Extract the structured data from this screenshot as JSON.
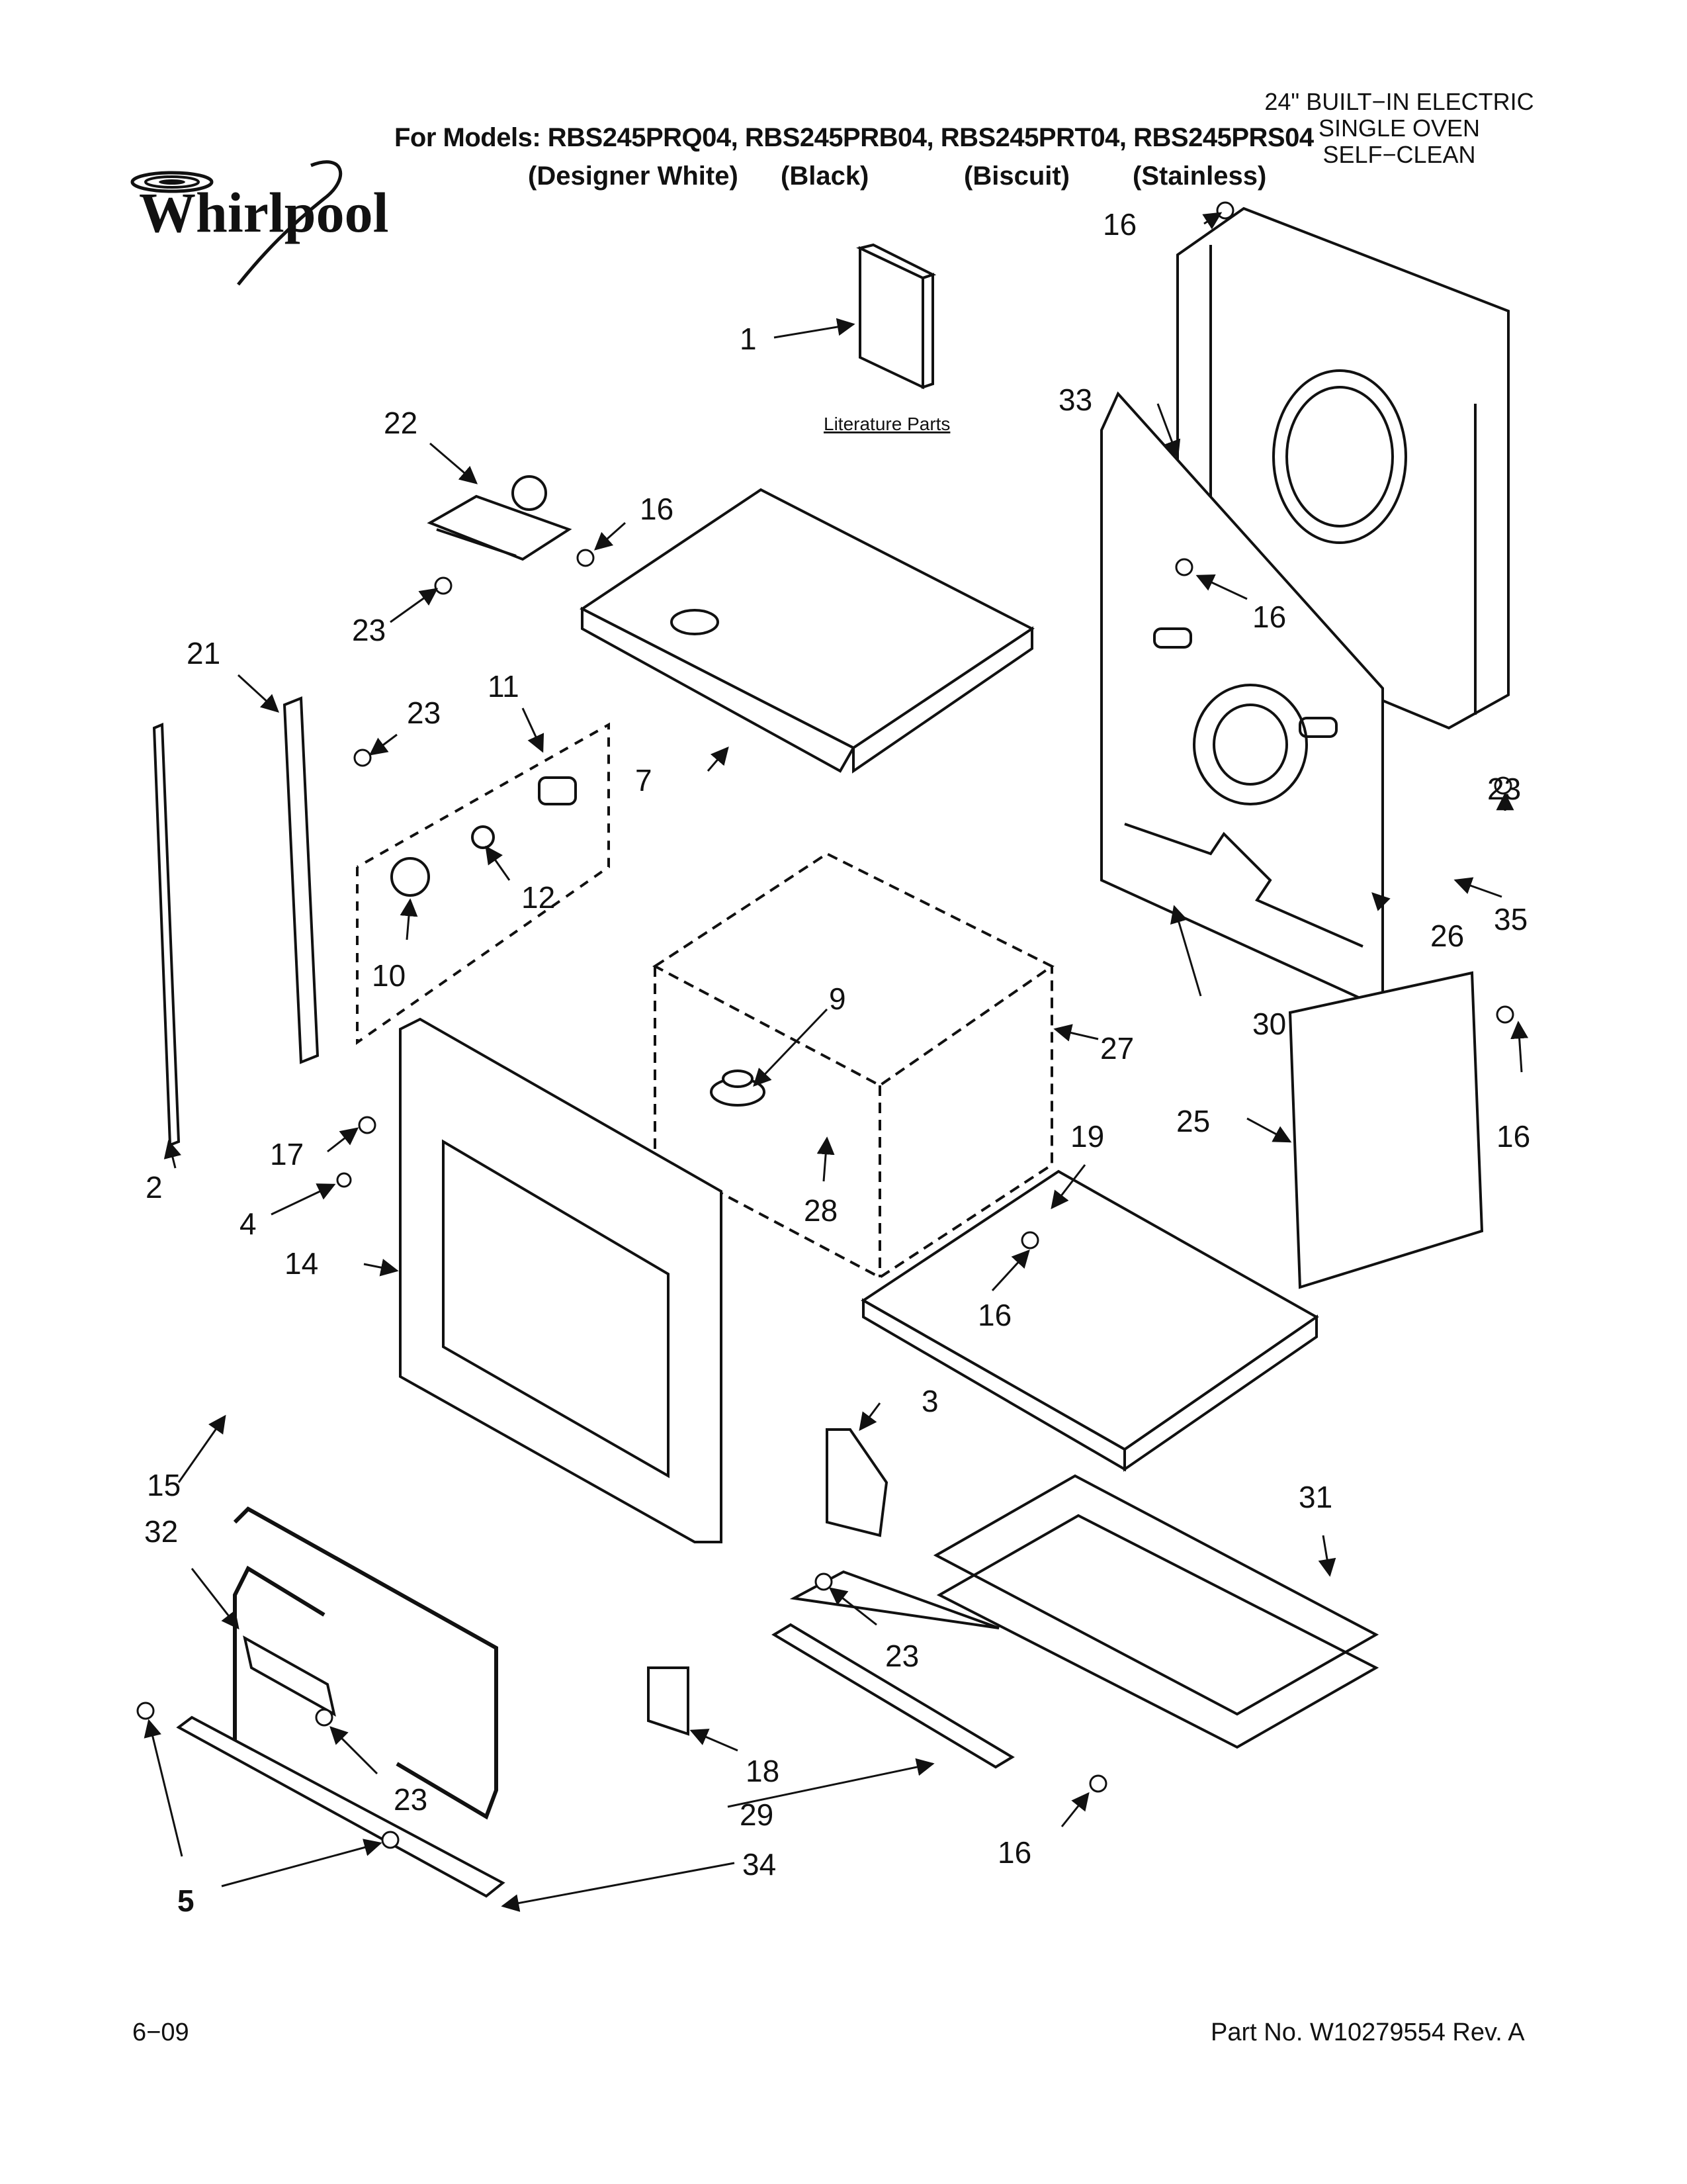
{
  "header": {
    "models_line": "For Models: RBS245PRQ04, RBS245PRB04, RBS245PRT04, RBS245PRS04",
    "colors": [
      "(Designer White)",
      "(Black)",
      "(Biscuit)",
      "(Stainless)"
    ],
    "product_lines": [
      "24\" BUILT−IN ELECTRIC",
      "SINGLE OVEN",
      "SELF−CLEAN"
    ],
    "brand": "Whirlpool"
  },
  "literature_label": "Literature Parts",
  "callouts": [
    {
      "id": "c1",
      "label": "1"
    },
    {
      "id": "c2",
      "label": "2"
    },
    {
      "id": "c3",
      "label": "3"
    },
    {
      "id": "c4",
      "label": "4"
    },
    {
      "id": "c5",
      "label": "5"
    },
    {
      "id": "c7",
      "label": "7"
    },
    {
      "id": "c9",
      "label": "9"
    },
    {
      "id": "c10",
      "label": "10"
    },
    {
      "id": "c11",
      "label": "11"
    },
    {
      "id": "c12",
      "label": "12"
    },
    {
      "id": "c14",
      "label": "14"
    },
    {
      "id": "c15",
      "label": "15"
    },
    {
      "id": "c16a",
      "label": "16"
    },
    {
      "id": "c16b",
      "label": "16"
    },
    {
      "id": "c16c",
      "label": "16"
    },
    {
      "id": "c16d",
      "label": "16"
    },
    {
      "id": "c16e",
      "label": "16"
    },
    {
      "id": "c16f",
      "label": "16"
    },
    {
      "id": "c17",
      "label": "17"
    },
    {
      "id": "c18",
      "label": "18"
    },
    {
      "id": "c19",
      "label": "19"
    },
    {
      "id": "c21",
      "label": "21"
    },
    {
      "id": "c22",
      "label": "22"
    },
    {
      "id": "c23a",
      "label": "23"
    },
    {
      "id": "c23b",
      "label": "23"
    },
    {
      "id": "c23c",
      "label": "23"
    },
    {
      "id": "c23d",
      "label": "23"
    },
    {
      "id": "c23e",
      "label": "23"
    },
    {
      "id": "c25",
      "label": "25"
    },
    {
      "id": "c26",
      "label": "26"
    },
    {
      "id": "c27",
      "label": "27"
    },
    {
      "id": "c28",
      "label": "28"
    },
    {
      "id": "c29",
      "label": "29"
    },
    {
      "id": "c30",
      "label": "30"
    },
    {
      "id": "c31",
      "label": "31"
    },
    {
      "id": "c32",
      "label": "32"
    },
    {
      "id": "c33",
      "label": "33"
    },
    {
      "id": "c34",
      "label": "34"
    },
    {
      "id": "c35",
      "label": "35"
    }
  ],
  "footer": {
    "date": "6−09",
    "part_no": "Part No. W10279554 Rev. A"
  }
}
